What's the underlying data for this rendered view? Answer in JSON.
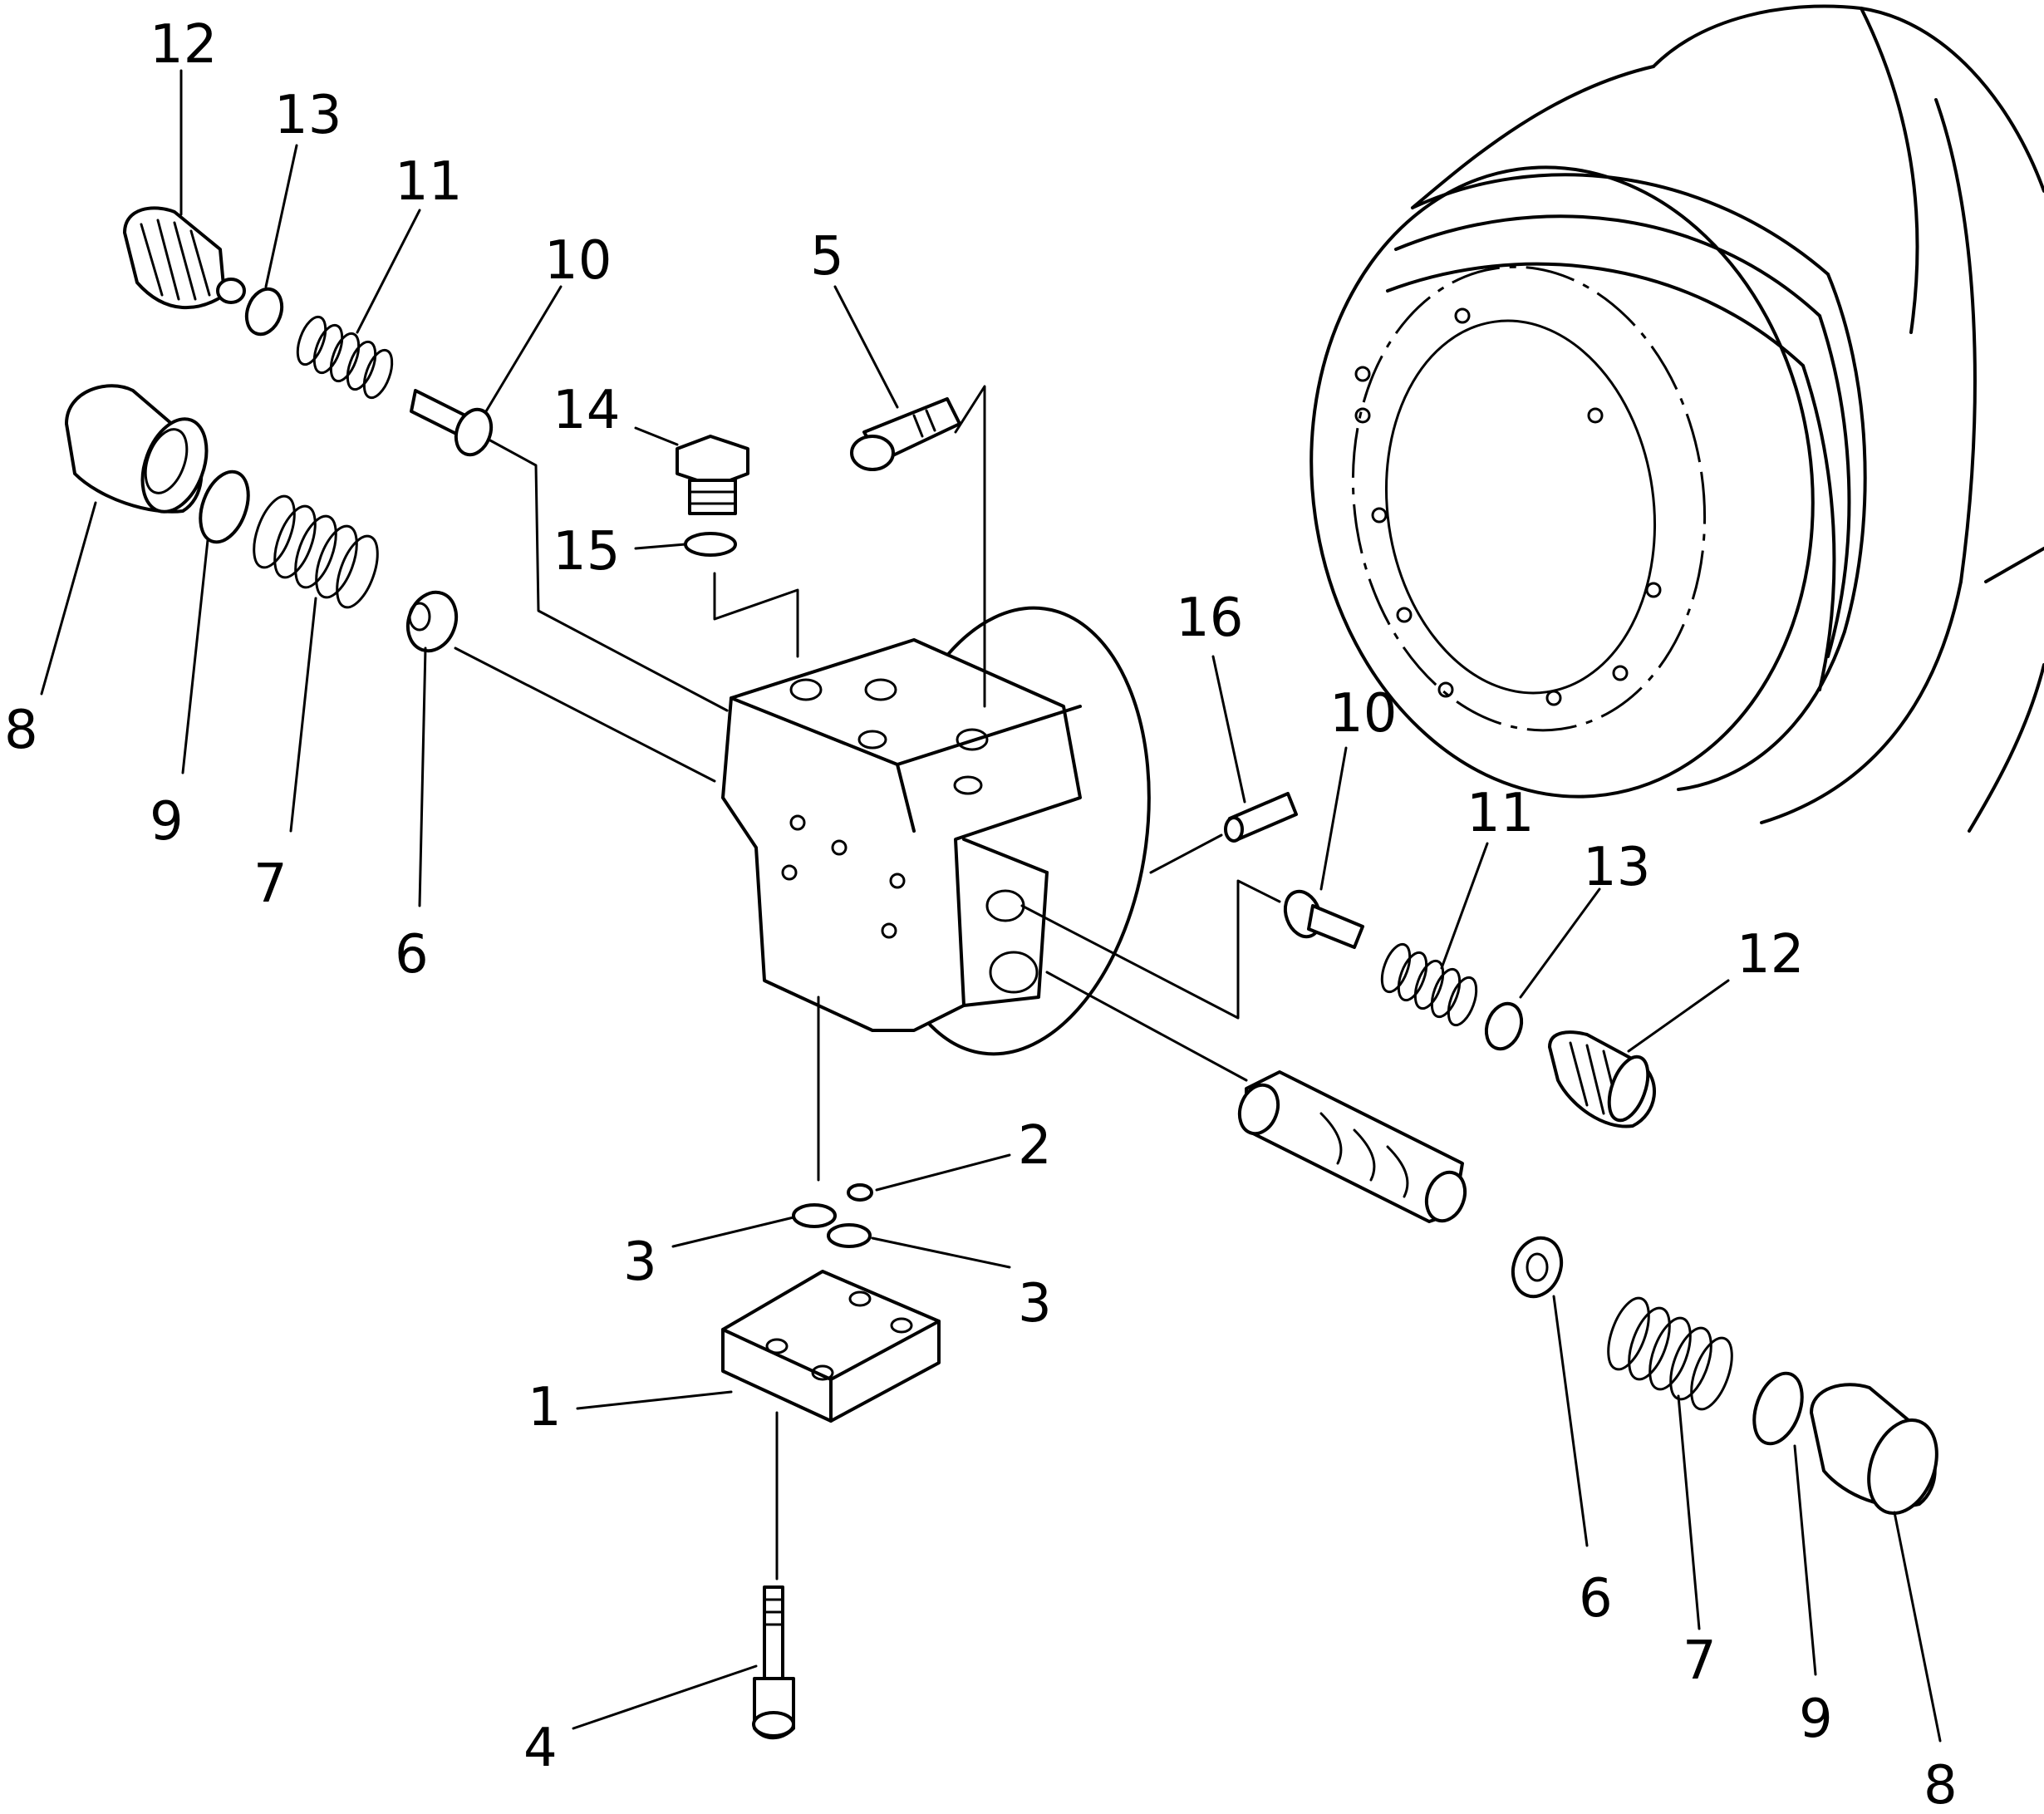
{
  "callouts": [
    {
      "id": "c12a",
      "label": "12"
    },
    {
      "id": "c13a",
      "label": "13"
    },
    {
      "id": "c11a",
      "label": "11"
    },
    {
      "id": "c10a",
      "label": "10"
    },
    {
      "id": "c5",
      "label": "5"
    },
    {
      "id": "c14",
      "label": "14"
    },
    {
      "id": "c15",
      "label": "15"
    },
    {
      "id": "c8a",
      "label": "8"
    },
    {
      "id": "c9a",
      "label": "9"
    },
    {
      "id": "c7a",
      "label": "7"
    },
    {
      "id": "c6a",
      "label": "6"
    },
    {
      "id": "c16",
      "label": "16"
    },
    {
      "id": "c10b",
      "label": "10"
    },
    {
      "id": "c11b",
      "label": "11"
    },
    {
      "id": "c13b",
      "label": "13"
    },
    {
      "id": "c12b",
      "label": "12"
    },
    {
      "id": "c2",
      "label": "2"
    },
    {
      "id": "c3a",
      "label": "3"
    },
    {
      "id": "c3b",
      "label": "3"
    },
    {
      "id": "c1",
      "label": "1"
    },
    {
      "id": "c4",
      "label": "4"
    },
    {
      "id": "c6b",
      "label": "6"
    },
    {
      "id": "c7b",
      "label": "7"
    },
    {
      "id": "c9b",
      "label": "9"
    },
    {
      "id": "c8b",
      "label": "8"
    }
  ]
}
